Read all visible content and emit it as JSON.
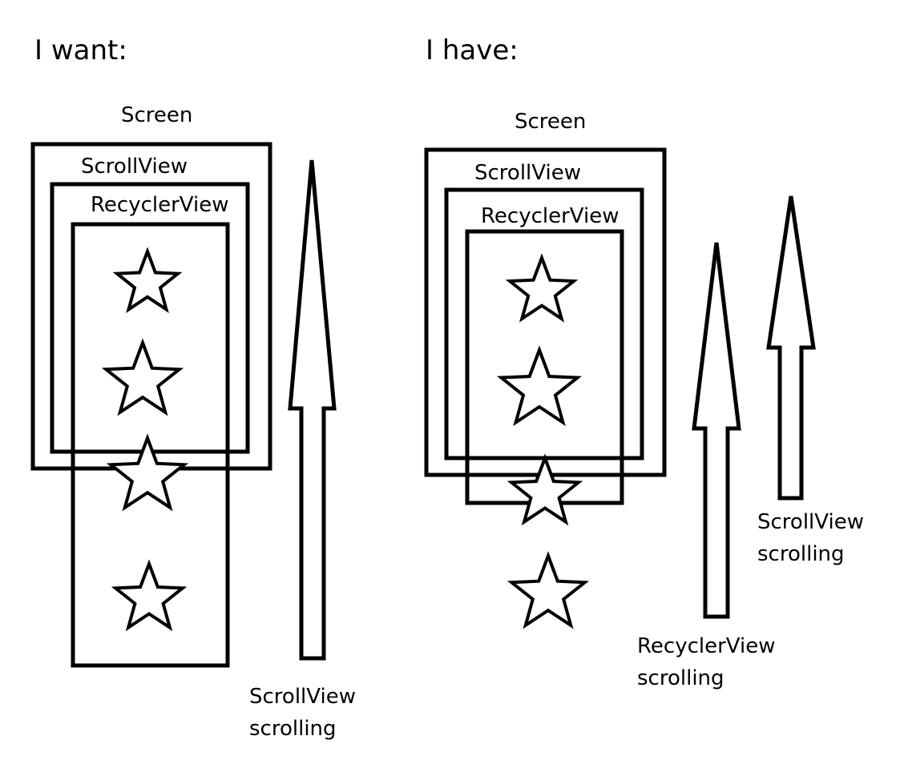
{
  "left_panel": {
    "heading": "I want:",
    "screen_label": "Screen",
    "scrollview_label": "ScrollView",
    "recyclerview_label": "RecyclerView",
    "arrow_label_line1": "ScrollView",
    "arrow_label_line2": "scrolling"
  },
  "right_panel": {
    "heading": "I have:",
    "screen_label": "Screen",
    "scrollview_label": "ScrollView",
    "recyclerview_label": "RecyclerView",
    "recycler_arrow_label_line1": "RecyclerView",
    "recycler_arrow_label_line2": "scrolling",
    "scroll_arrow_label_line1": "ScrollView",
    "scroll_arrow_label_line2": "scrolling"
  },
  "icons": {
    "item": "star-icon",
    "direction": "up-arrow-icon"
  },
  "colors": {
    "stroke": "#000000",
    "background": "#ffffff"
  }
}
